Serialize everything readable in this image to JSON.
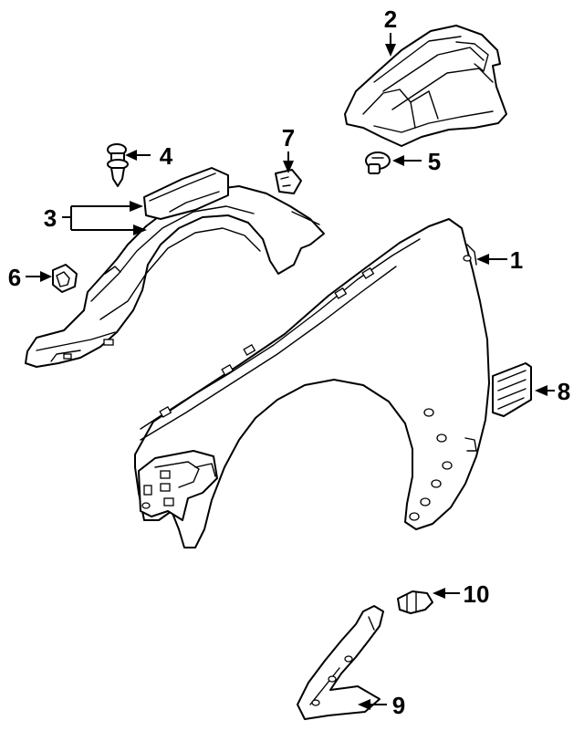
{
  "callouts": [
    {
      "id": "1",
      "text": "1"
    },
    {
      "id": "2",
      "text": "2"
    },
    {
      "id": "3",
      "text": "3"
    },
    {
      "id": "4",
      "text": "4"
    },
    {
      "id": "5",
      "text": "5"
    },
    {
      "id": "6",
      "text": "6"
    },
    {
      "id": "7",
      "text": "7"
    },
    {
      "id": "8",
      "text": "8"
    },
    {
      "id": "9",
      "text": "9"
    },
    {
      "id": "10",
      "text": "10"
    }
  ]
}
